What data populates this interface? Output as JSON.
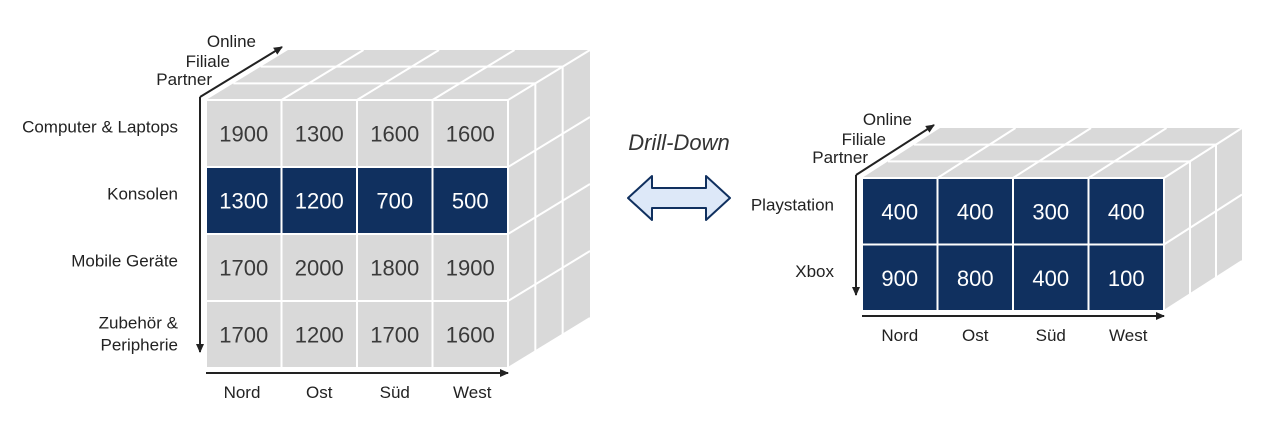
{
  "colors": {
    "cell_gray": "#d9d9d9",
    "cell_highlight": "#10305f",
    "text_dark": "#3a3a3a",
    "arrow_fill": "#dde8f8",
    "arrow_stroke": "#10305f"
  },
  "center": {
    "label": "Drill-Down",
    "icon": "double-arrow-icon"
  },
  "left_cube": {
    "depth_labels": [
      "Online",
      "Filiale",
      "Partner"
    ],
    "rows": [
      "Computer & Laptops",
      "Konsolen",
      "Mobile Geräte",
      "Zubehör & Peripherie"
    ],
    "columns": [
      "Nord",
      "Ost",
      "Süd",
      "West"
    ],
    "values": [
      [
        1900,
        1300,
        1600,
        1600
      ],
      [
        1300,
        1200,
        700,
        500
      ],
      [
        1700,
        2000,
        1800,
        1900
      ],
      [
        1700,
        1200,
        1700,
        1600
      ]
    ],
    "highlight_row": 1
  },
  "right_cube": {
    "depth_labels": [
      "Online",
      "Filiale",
      "Partner"
    ],
    "rows": [
      "Playstation",
      "Xbox"
    ],
    "columns": [
      "Nord",
      "Ost",
      "Süd",
      "West"
    ],
    "values": [
      [
        400,
        400,
        300,
        400
      ],
      [
        900,
        800,
        400,
        100
      ]
    ],
    "highlight_row": "all"
  }
}
